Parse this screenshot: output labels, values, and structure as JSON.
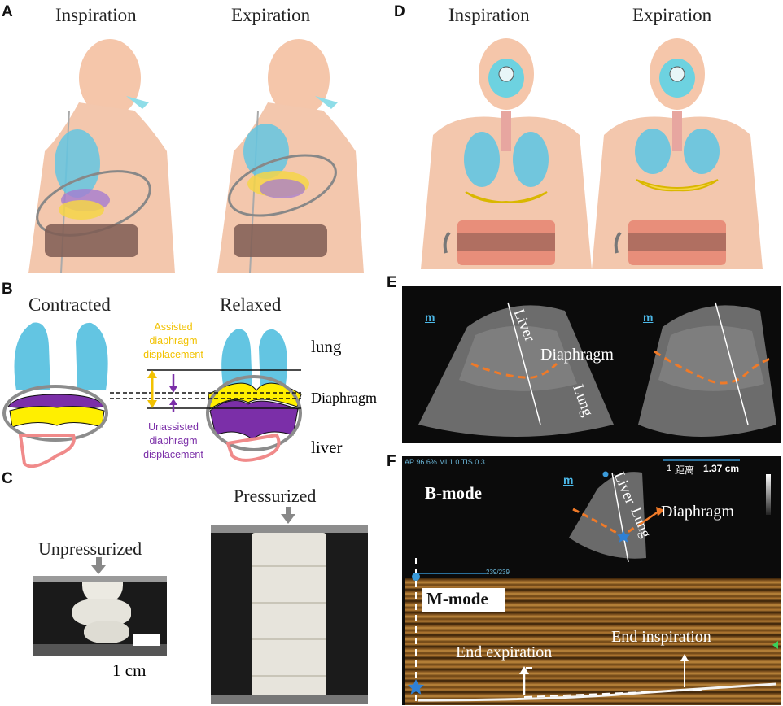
{
  "panel_labels": {
    "a": "A",
    "b": "B",
    "c": "C",
    "d": "D",
    "e": "E",
    "f": "F"
  },
  "panel_a": {
    "left_title": "Inspiration",
    "right_title": "Expiration"
  },
  "panel_d": {
    "left_title": "Inspiration",
    "right_title": "Expiration"
  },
  "panel_b": {
    "left_title": "Contracted",
    "right_title": "Relaxed",
    "label_lung": "lung",
    "label_diaphragm": "Diaphragm",
    "label_liver": "liver",
    "assisted": [
      "Assisted",
      "diaphragm",
      "displacement"
    ],
    "unassisted": [
      "Unassisted",
      "diaphragm",
      "displacement"
    ],
    "colors": {
      "assisted": "#f2c200",
      "unassisted": "#7b2fa8",
      "lung": "#63c5e2",
      "liver": "#f08a8a"
    }
  },
  "panel_c": {
    "unpressurized": "Unpressurized",
    "pressurized": "Pressurized",
    "scale": "1 cm"
  },
  "panel_e": {
    "label_liver": "Liver",
    "label_diaphragm": "Diaphragm",
    "label_lung": "Lung",
    "m_icon": "m"
  },
  "panel_f": {
    "header": "AP 96.6%  MI 1.0  TIS 0.3",
    "distance_index": "1",
    "distance_label": "距离",
    "distance_value": "1.37 cm",
    "bmode": "B-mode",
    "mmode": "M-mode",
    "label_liver": "Liver",
    "label_lung": "Lung",
    "label_diaphragm": "Diaphragm",
    "frame_counter": "239/239",
    "end_expiration": "End expiration",
    "end_inspiration": "End inspiration",
    "m_icon": "m",
    "trace_color": "#f07a28"
  }
}
